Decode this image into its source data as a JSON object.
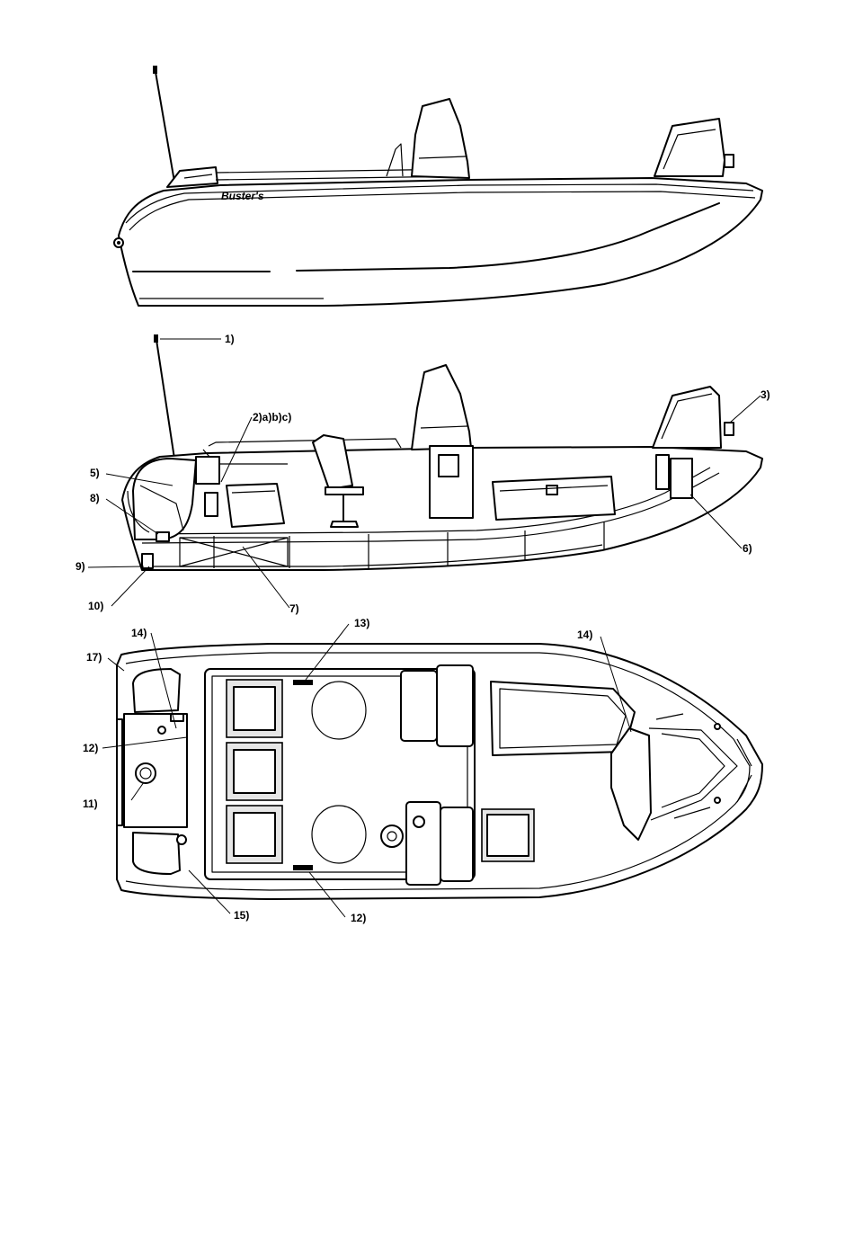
{
  "brand_text": "Buster's",
  "callouts": {
    "side": [
      {
        "id": "c-1",
        "label": "1)"
      },
      {
        "id": "c-2",
        "label": "2)a)b)c)"
      },
      {
        "id": "c-3",
        "label": "3)"
      },
      {
        "id": "c-5",
        "label": "5)"
      },
      {
        "id": "c-6",
        "label": "6)"
      },
      {
        "id": "c-7",
        "label": "7)"
      },
      {
        "id": "c-8",
        "label": "8)"
      },
      {
        "id": "c-9",
        "label": "9)"
      },
      {
        "id": "c-10",
        "label": "10)"
      }
    ],
    "top": [
      {
        "id": "c-11",
        "label": "11)"
      },
      {
        "id": "c-12a",
        "label": "12)"
      },
      {
        "id": "c-12b",
        "label": "12)"
      },
      {
        "id": "c-13",
        "label": "13)"
      },
      {
        "id": "c-14a",
        "label": "14)"
      },
      {
        "id": "c-14b",
        "label": "14)"
      },
      {
        "id": "c-15",
        "label": "15)"
      },
      {
        "id": "c-17",
        "label": "17)"
      }
    ]
  }
}
